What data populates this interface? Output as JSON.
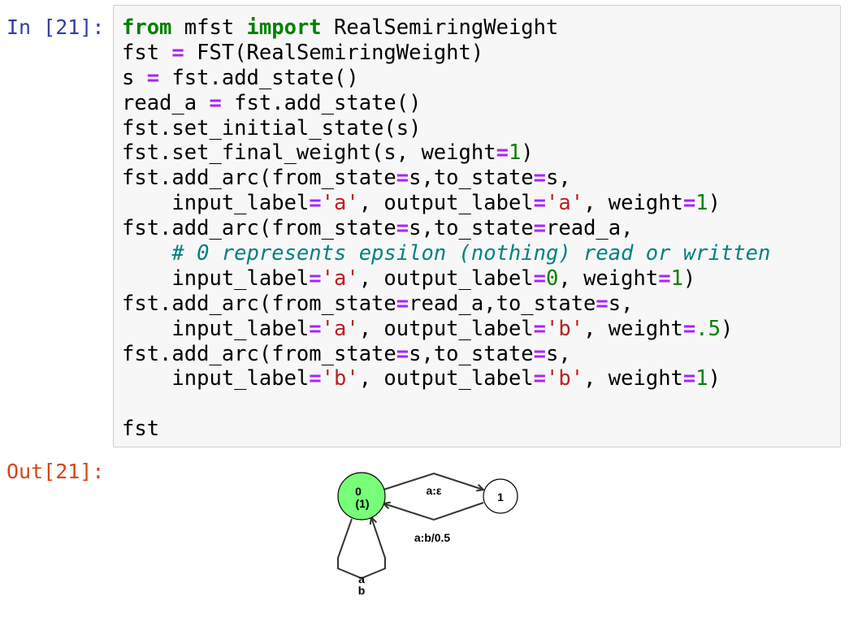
{
  "cell": {
    "in_prompt": "In [21]:",
    "out_prompt": "Out[21]:",
    "code_lines": [
      [
        {
          "t": "kw",
          "v": "from"
        },
        {
          "t": "",
          "v": " mfst "
        },
        {
          "t": "kw",
          "v": "import"
        },
        {
          "t": "",
          "v": " RealSemiringWeight"
        }
      ],
      [
        {
          "t": "",
          "v": "fst "
        },
        {
          "t": "op",
          "v": "="
        },
        {
          "t": "",
          "v": " FST(RealSemiringWeight)"
        }
      ],
      [
        {
          "t": "",
          "v": "s "
        },
        {
          "t": "op",
          "v": "="
        },
        {
          "t": "",
          "v": " fst.add_state()"
        }
      ],
      [
        {
          "t": "",
          "v": "read_a "
        },
        {
          "t": "op",
          "v": "="
        },
        {
          "t": "",
          "v": " fst.add_state()"
        }
      ],
      [
        {
          "t": "",
          "v": "fst.set_initial_state(s)"
        }
      ],
      [
        {
          "t": "",
          "v": "fst.set_final_weight(s, weight"
        },
        {
          "t": "op",
          "v": "="
        },
        {
          "t": "num",
          "v": "1"
        },
        {
          "t": "",
          "v": ")"
        }
      ],
      [
        {
          "t": "",
          "v": "fst.add_arc(from_state"
        },
        {
          "t": "op",
          "v": "="
        },
        {
          "t": "",
          "v": "s,to_state"
        },
        {
          "t": "op",
          "v": "="
        },
        {
          "t": "",
          "v": "s,"
        }
      ],
      [
        {
          "t": "",
          "v": "    input_label"
        },
        {
          "t": "op",
          "v": "="
        },
        {
          "t": "str",
          "v": "'a'"
        },
        {
          "t": "",
          "v": ", output_label"
        },
        {
          "t": "op",
          "v": "="
        },
        {
          "t": "str",
          "v": "'a'"
        },
        {
          "t": "",
          "v": ", weight"
        },
        {
          "t": "op",
          "v": "="
        },
        {
          "t": "num",
          "v": "1"
        },
        {
          "t": "",
          "v": ")"
        }
      ],
      [
        {
          "t": "",
          "v": "fst.add_arc(from_state"
        },
        {
          "t": "op",
          "v": "="
        },
        {
          "t": "",
          "v": "s,to_state"
        },
        {
          "t": "op",
          "v": "="
        },
        {
          "t": "",
          "v": "read_a,"
        }
      ],
      [
        {
          "t": "",
          "v": "    "
        },
        {
          "t": "cm",
          "v": "# 0 represents epsilon (nothing) read or written"
        }
      ],
      [
        {
          "t": "",
          "v": "    input_label"
        },
        {
          "t": "op",
          "v": "="
        },
        {
          "t": "str",
          "v": "'a'"
        },
        {
          "t": "",
          "v": ", output_label"
        },
        {
          "t": "op",
          "v": "="
        },
        {
          "t": "num",
          "v": "0"
        },
        {
          "t": "",
          "v": ", weight"
        },
        {
          "t": "op",
          "v": "="
        },
        {
          "t": "num",
          "v": "1"
        },
        {
          "t": "",
          "v": ")"
        }
      ],
      [
        {
          "t": "",
          "v": "fst.add_arc(from_state"
        },
        {
          "t": "op",
          "v": "="
        },
        {
          "t": "",
          "v": "read_a,to_state"
        },
        {
          "t": "op",
          "v": "="
        },
        {
          "t": "",
          "v": "s,"
        }
      ],
      [
        {
          "t": "",
          "v": "    input_label"
        },
        {
          "t": "op",
          "v": "="
        },
        {
          "t": "str",
          "v": "'a'"
        },
        {
          "t": "",
          "v": ", output_label"
        },
        {
          "t": "op",
          "v": "="
        },
        {
          "t": "str",
          "v": "'b'"
        },
        {
          "t": "",
          "v": ", weight"
        },
        {
          "t": "op",
          "v": "="
        },
        {
          "t": "num",
          "v": ".5"
        },
        {
          "t": "",
          "v": ")"
        }
      ],
      [
        {
          "t": "",
          "v": "fst.add_arc(from_state"
        },
        {
          "t": "op",
          "v": "="
        },
        {
          "t": "",
          "v": "s,to_state"
        },
        {
          "t": "op",
          "v": "="
        },
        {
          "t": "",
          "v": "s,"
        }
      ],
      [
        {
          "t": "",
          "v": "    input_label"
        },
        {
          "t": "op",
          "v": "="
        },
        {
          "t": "str",
          "v": "'b'"
        },
        {
          "t": "",
          "v": ", output_label"
        },
        {
          "t": "op",
          "v": "="
        },
        {
          "t": "str",
          "v": "'b'"
        },
        {
          "t": "",
          "v": ", weight"
        },
        {
          "t": "op",
          "v": "="
        },
        {
          "t": "num",
          "v": "1"
        },
        {
          "t": "",
          "v": ")"
        }
      ],
      [],
      [
        {
          "t": "",
          "v": "fst"
        }
      ]
    ]
  },
  "graph": {
    "state0_label": "0",
    "state0_weight": "(1)",
    "state1_label": "1",
    "arc_0_to_1": "a:ε",
    "arc_1_to_0": "a:b/0.5",
    "selfloop_label_1": "a",
    "selfloop_label_2": "b",
    "state0_fill": "#77ff77"
  },
  "colors": {
    "in_prompt": "#303f9f",
    "out_prompt": "#d84315",
    "keyword": "#008000",
    "operator": "#aa22ff",
    "string": "#ba2121",
    "number": "#008000",
    "comment": "#008080"
  }
}
